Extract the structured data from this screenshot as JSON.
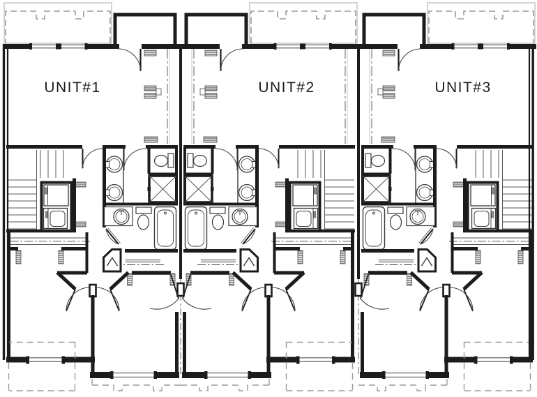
{
  "plan": {
    "type": "triplex-townhouse-floor-plan",
    "units": [
      {
        "id": "unit-1",
        "label": "UNIT#1",
        "mirrored": true
      },
      {
        "id": "unit-2",
        "label": "UNIT#2",
        "mirrored": false
      },
      {
        "id": "unit-3",
        "label": "UNIT#3",
        "mirrored": false
      }
    ],
    "fixture_icons": [
      "entry-landing",
      "deck-dashed-outline",
      "entry-door-arc",
      "staircase-treads",
      "washer-icon",
      "dryer-icon",
      "wc-toilet-icon",
      "shower-stall-x-icon",
      "double-sink-vanity-icon",
      "bathtub-icon",
      "toilet-icon",
      "sink-icon",
      "linen-closet-rod-shelf",
      "bifold-closet",
      "bedroom-door-arcs",
      "window-glyph",
      "party-wall-centerline",
      "outlet-hatch-symbol",
      "patio-dashed-outline"
    ],
    "colors": {
      "wall": "#1c1c1c",
      "fixture": "#3a3a3a",
      "tread": "#5a5a5a",
      "dashed_outline": "#9b9b9b",
      "light_gray": "#c9c9c9",
      "hatch_fill": "#8f8f8f",
      "centerline": "#6f6f6f",
      "text": "#1c1c1c",
      "background": "#ffffff"
    }
  }
}
